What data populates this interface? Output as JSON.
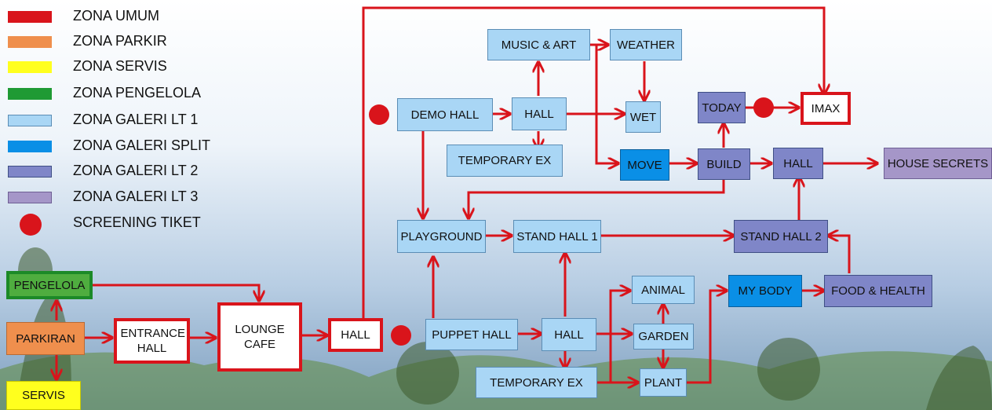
{
  "legend": [
    {
      "label": "ZONA UMUM",
      "color": "#d9141b",
      "kind": "swatch"
    },
    {
      "label": "ZONA PARKIR",
      "color": "#ef8f4d",
      "kind": "swatch"
    },
    {
      "label": "ZONA SERVIS",
      "color": "#ffff1e",
      "kind": "swatch"
    },
    {
      "label": "ZONA PENGELOLA",
      "color": "#1f9a34",
      "kind": "swatch"
    },
    {
      "label": "ZONA GALERI LT 1",
      "color": "#a9d6f5",
      "kind": "swatch"
    },
    {
      "label": "ZONA GALERI SPLIT",
      "color": "#0a8fe6",
      "kind": "swatch"
    },
    {
      "label": "ZONA GALERI LT 2",
      "color": "#7f86c8",
      "kind": "swatch"
    },
    {
      "label": "ZONA GALERI LT 3",
      "color": "#a596c8",
      "kind": "swatch"
    },
    {
      "label": "SCREENING TIKET",
      "color": "#d9141b",
      "kind": "dot"
    }
  ],
  "nodes": {
    "pengelola": "PENGELOLA",
    "parkiran": "PARKIRAN",
    "servis": "SERVIS",
    "entrance_hall": "ENTRANCE HALL",
    "lounge_cafe": "LOUNGE CAFE",
    "hall_main": "HALL",
    "puppet_hall": "PUPPET HALL",
    "hall_b": "HALL",
    "temporary_ex_b": "TEMPORARY EX",
    "playground": "PLAYGROUND",
    "stand_hall_1": "STAND HALL 1",
    "stand_hall_2": "STAND HALL 2",
    "demo_hall": "DEMO HALL",
    "hall_a": "HALL",
    "temporary_ex_a": "TEMPORARY EX",
    "music_art": "MUSIC & ART",
    "weather": "WEATHER",
    "wet": "WET",
    "move": "MOVE",
    "build": "BUILD",
    "today": "TODAY",
    "imax": "IMAX",
    "hall_c": "HALL",
    "house_secrets": "HOUSE SECRETS",
    "animal": "ANIMAL",
    "garden": "GARDEN",
    "plant": "PLANT",
    "my_body": "MY BODY",
    "food_health": "FOOD & HEALTH"
  },
  "colors": {
    "arrow": "#d9141b",
    "screening": "#d9141b"
  }
}
